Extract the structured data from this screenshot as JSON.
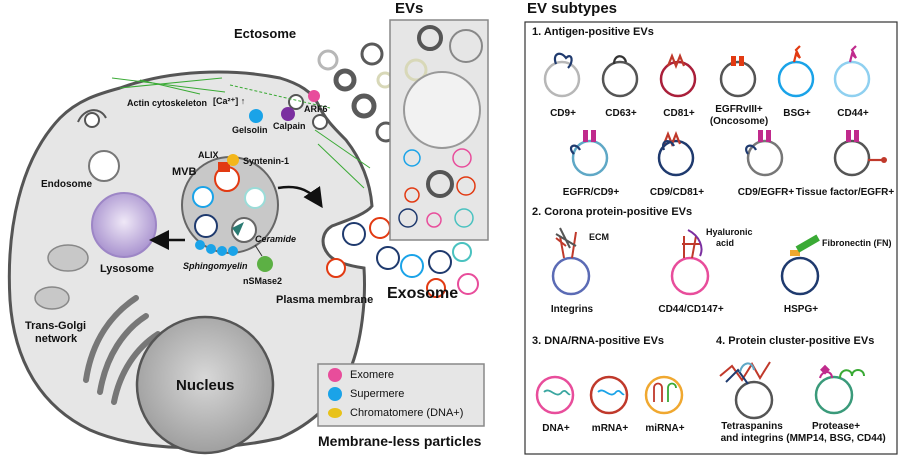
{
  "left": {
    "ectosome": "Ectosome",
    "evs_box_title": "EVs",
    "actin": "Actin cytoskeleton",
    "calcium": "[Ca²⁺] ↑",
    "gelsolin": "Gelsolin",
    "calpain": "Calpain",
    "arf6": "ARF6",
    "alix": "ALIX",
    "syntenin": "Syntenin-1",
    "mvb": "MVB",
    "endosome": "Endosome",
    "ceramide": "Ceramide",
    "sphingomyelin": "Sphingomyelin",
    "nsmase2": "nSMase2",
    "lysosome": "Lysosome",
    "plasma_membrane": "Plasma membrane",
    "exosome": "Exosome",
    "trans_golgi_1": "Trans-Golgi",
    "trans_golgi_2": "network",
    "nucleus": "Nucleus",
    "legend": {
      "exomere": "Exomere",
      "supermere": "Supermere",
      "chromatomere": "Chromatomere (DNA+)",
      "exomere_color": "#e84d9b",
      "supermere_color": "#1aa3e8",
      "chromatomere_color": "#e8c21a"
    },
    "membrane_less": "Membrane-less particles"
  },
  "right": {
    "title": "EV subtypes",
    "s1_title": "1. Antigen-positive EVs",
    "s1_items": [
      "CD9+",
      "CD63+",
      "CD81+",
      "EGFRvIII+",
      "(Oncosome)",
      "BSG+",
      "CD44+"
    ],
    "s1b_items": [
      "EGFR/CD9+",
      "CD9/CD81+",
      "CD9/EGFR+",
      "Tissue factor/EGFR+"
    ],
    "s2_title": "2. Corona protein-positive EVs",
    "ecm": "ECM",
    "hyaluronic_1": "Hyaluronic",
    "hyaluronic_2": "acid",
    "fibronectin": "Fibronectin (FN)",
    "s2_items": [
      "Integrins",
      "CD44/CD147+",
      "HSPG+"
    ],
    "s3_title": "3. DNA/RNA-positive EVs",
    "s3_items": [
      "DNA+",
      "mRNA+",
      "miRNA+"
    ],
    "s4_title": "4. Protein cluster-positive EVs",
    "tetra_1": "Tetraspanins",
    "tetra_2": "and integrins",
    "protease_1": "Protease+",
    "protease_2": "(MMP14, BSG, CD44)"
  },
  "colors": {
    "cell_fill": "#e6e6e6",
    "outline": "#555555",
    "lysosome": "#b9a3d6",
    "nsmase": "#5cb044",
    "alix": "#e23a12",
    "syntenin": "#f3b61a",
    "calpain": "#7b2fa0",
    "arf6": "#e84d9b",
    "gelsolin": "#1aa3e8",
    "green_line": "#3aaa35",
    "arrow_teal": "#2a7a72"
  }
}
